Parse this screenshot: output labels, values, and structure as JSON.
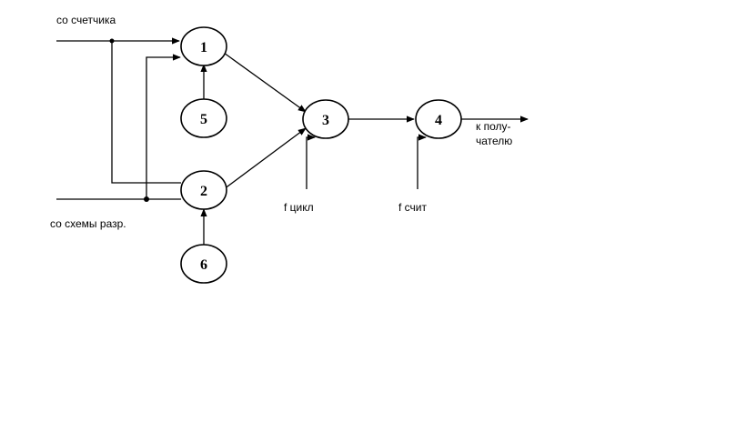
{
  "diagram": {
    "nodes": [
      {
        "id": "n1",
        "label": "1"
      },
      {
        "id": "n2",
        "label": "2"
      },
      {
        "id": "n3",
        "label": "3"
      },
      {
        "id": "n4",
        "label": "4"
      },
      {
        "id": "n5",
        "label": "5"
      },
      {
        "id": "n6",
        "label": "6"
      }
    ],
    "labels": {
      "from_counter": "со счетчика",
      "from_bit_circuit": "со схемы разр.",
      "f_cycle": "f цикл",
      "f_read": "f счит",
      "to_receiver_line1": "к полу-",
      "to_receiver_line2": "чателю"
    }
  }
}
